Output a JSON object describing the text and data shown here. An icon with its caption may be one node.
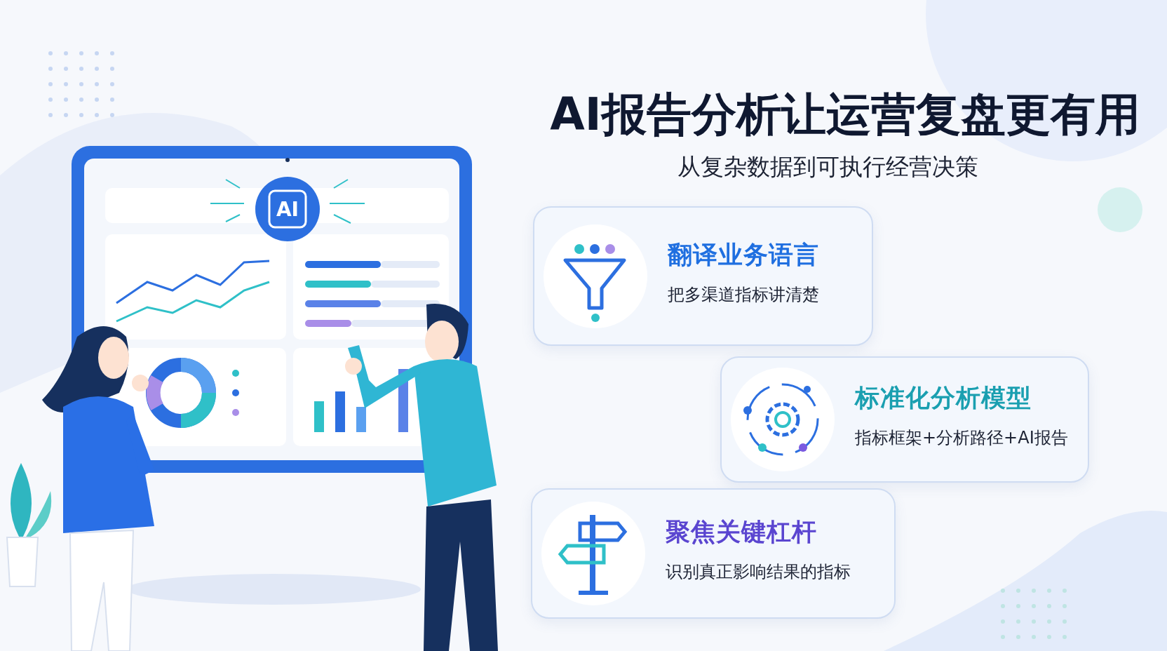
{
  "diagram": {
    "title": "AI报告分析让运营复盘更有用",
    "nodes": [
      {
        "text": [
          "翻译业务语言",
          "把多渠道指标讲清楚"
        ]
      },
      {
        "text": [
          "标准化分析模型",
          "指标框架+分析路径+AI报告"
        ]
      },
      {
        "text": [
          "聚焦关键杠杆",
          "识别真正影响结果的指标"
        ]
      }
    ],
    "labels": [
      "从复杂数据到可执行经营决策",
      "AI"
    ]
  }
}
